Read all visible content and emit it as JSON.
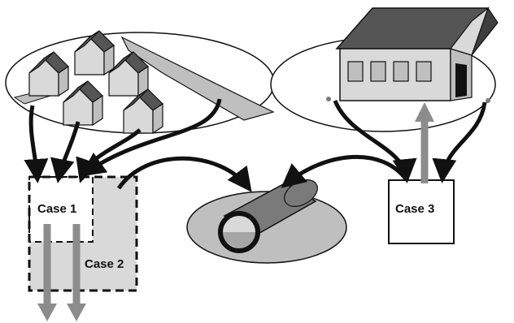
{
  "labels": {
    "case1": "Case 1",
    "case2": "Case 2",
    "case3": "Case 3"
  },
  "colors": {
    "background": "#ffffff",
    "outline": "#111111",
    "shade_light": "#d9d9d9",
    "shade_mid": "#bfbfbf",
    "shade_dark": "#7a7a7a",
    "roof": "#555555",
    "arrow_gray": "#8c8c8c"
  },
  "icons": {
    "neighborhood": "houses-cluster-icon",
    "single_house": "house-icon",
    "pipe": "pipe-cylinder-icon",
    "flow_arrow": "curved-arrow-icon",
    "up_arrow": "thick-up-arrow-icon",
    "down_arrow": "thick-down-arrow-icon"
  }
}
